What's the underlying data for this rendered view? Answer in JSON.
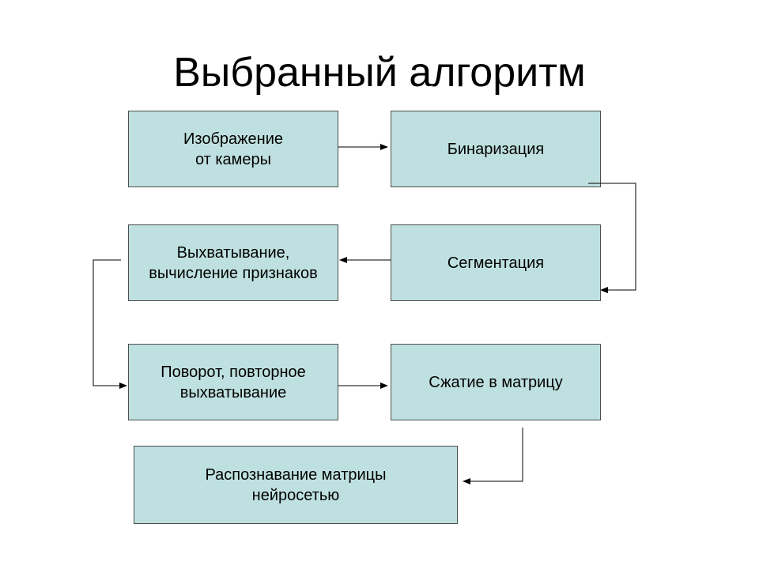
{
  "title": "Выбранный алгоритм",
  "boxes": {
    "camera_image": "Изображение\n от камеры",
    "binarization": "Бинаризация",
    "segmentation": "Сегментация",
    "extraction": "Выхватывание,\nвычисление признаков",
    "rotation": "Поворот, повторное\nвыхватывание",
    "compression": "Сжатие в матрицу",
    "recognition": "Распознавание матрицы\nнейросетью"
  }
}
